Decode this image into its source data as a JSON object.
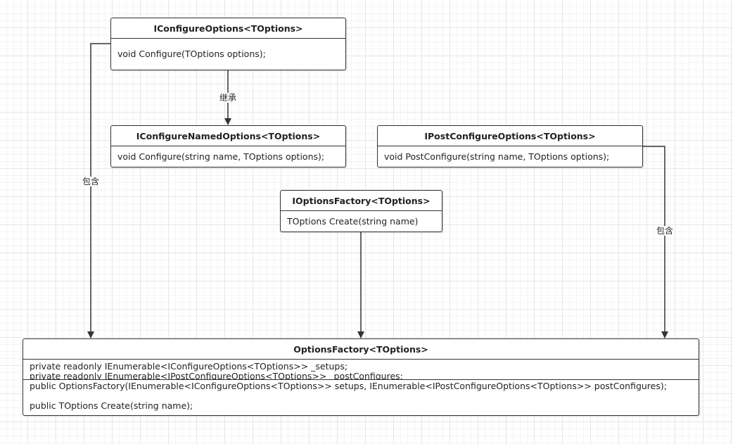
{
  "boxes": {
    "configure_options": {
      "title": "IConfigureOptions<TOptions>",
      "method": "void Configure(TOptions options);"
    },
    "configure_named_options": {
      "title": "IConfigureNamedOptions<TOptions>",
      "method": "void Configure(string name, TOptions options);"
    },
    "post_configure_options": {
      "title": "IPostConfigureOptions<TOptions>",
      "method": "void PostConfigure(string name, TOptions options);"
    },
    "options_factory_interface": {
      "title": "IOptionsFactory<TOptions>",
      "method": "TOptions Create(string name)"
    },
    "options_factory": {
      "title": "OptionsFactory<TOptions>",
      "fields": [
        "private readonly IEnumerable<IConfigureOptions<TOptions>> _setups;",
        "private readonly IEnumerable<IPostConfigureOptions<TOptions>> _postConfigures;"
      ],
      "methods": [
        "public OptionsFactory(IEnumerable<IConfigureOptions<TOptions>> setups, IEnumerable<IPostConfigureOptions<TOptions>> postConfigures);",
        "",
        "public TOptions Create(string name);"
      ]
    }
  },
  "edges": {
    "inherit_label": "继承",
    "contains_left_label": "包含",
    "contains_right_label": "包含"
  },
  "colors": {
    "line": "#333333",
    "grid": "#e6e6e6",
    "background": "#ffffff"
  }
}
